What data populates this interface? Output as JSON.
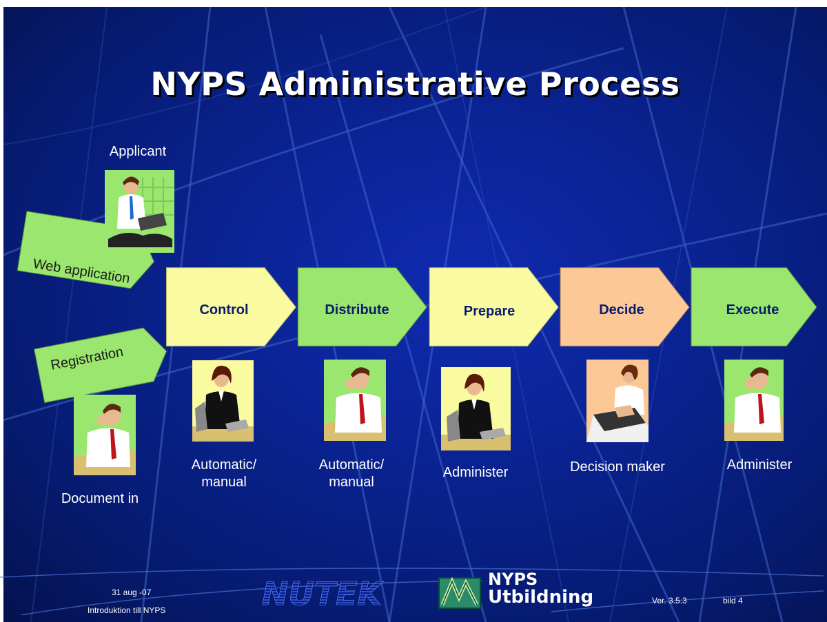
{
  "title": "NYPS Administrative Process",
  "applicant_label": "Applicant",
  "document_in_label": "Document in",
  "inputs": [
    {
      "label": "Web application"
    },
    {
      "label": "Registration"
    }
  ],
  "steps": [
    {
      "label": "Control",
      "color": "#fafaa0",
      "role": "Automatic/\nmanual"
    },
    {
      "label": "Distribute",
      "color": "#9ae66e",
      "role": "Automatic/\nmanual"
    },
    {
      "label": "Prepare",
      "color": "#fafaa0",
      "role": "Administer"
    },
    {
      "label": "Decide",
      "color": "#fcc896",
      "role": "Decision maker"
    },
    {
      "label": "Execute",
      "color": "#9ae66e",
      "role": "Administer"
    }
  ],
  "footer": {
    "date": "31 aug -07",
    "course": "Introduktion till NYPS",
    "logo_text": "NUTEK",
    "brand_line1": "NYPS",
    "brand_line2": "Utbildning",
    "version": "Ver. 3.5.3",
    "slide_no": "bild 4"
  },
  "icons": [
    "man-laptop-icon",
    "woman-office-icon",
    "man-phone-icon",
    "woman-typing-icon"
  ],
  "colors": {
    "background": "#0a2290",
    "green_box": "#9ae66e",
    "yellow_box": "#fafaa0",
    "orange_box": "#fcc896"
  }
}
